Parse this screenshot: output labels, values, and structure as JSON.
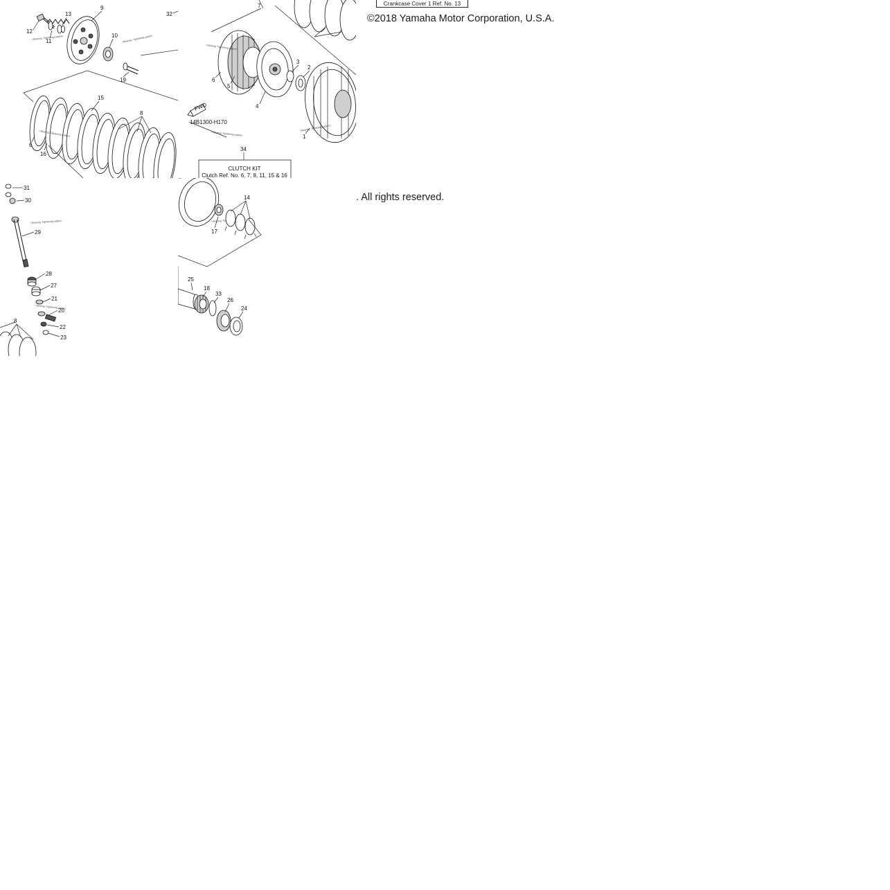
{
  "callouts": {
    "n1": "1",
    "n2": "2",
    "n3": "3",
    "n4": "4",
    "n5": "5",
    "n6": "6",
    "n6b": "6",
    "n7": "7",
    "n8": "8",
    "n8b": "8",
    "n9": "9",
    "n10": "10",
    "n11": "11",
    "n12": "12",
    "n13": "13",
    "n14": "14",
    "n15": "15",
    "n16": "16",
    "n17": "17",
    "n18": "18",
    "n19": "19",
    "n20": "20",
    "n21": "21",
    "n22": "22",
    "n23": "23",
    "n24": "24",
    "n25": "25",
    "n26": "26",
    "n27": "27",
    "n28": "28",
    "n29": "29",
    "n30": "30",
    "n31": "31",
    "n32": "32",
    "n33": "33",
    "n34": "34"
  },
  "fwd_label": "FWD",
  "diagram_code": "14B1300-H170",
  "clutch_kit": {
    "title": "CLUTCH KIT",
    "contents": "Clutch Ref. No. 6, 7, 8, 11, 15 & 16"
  },
  "top_note": "Crankcase Cover 1 Ref. No. 13",
  "copyright": "©2018 Yamaha Motor Corporation, U.S.A.",
  "rights": ". All rights reserved."
}
